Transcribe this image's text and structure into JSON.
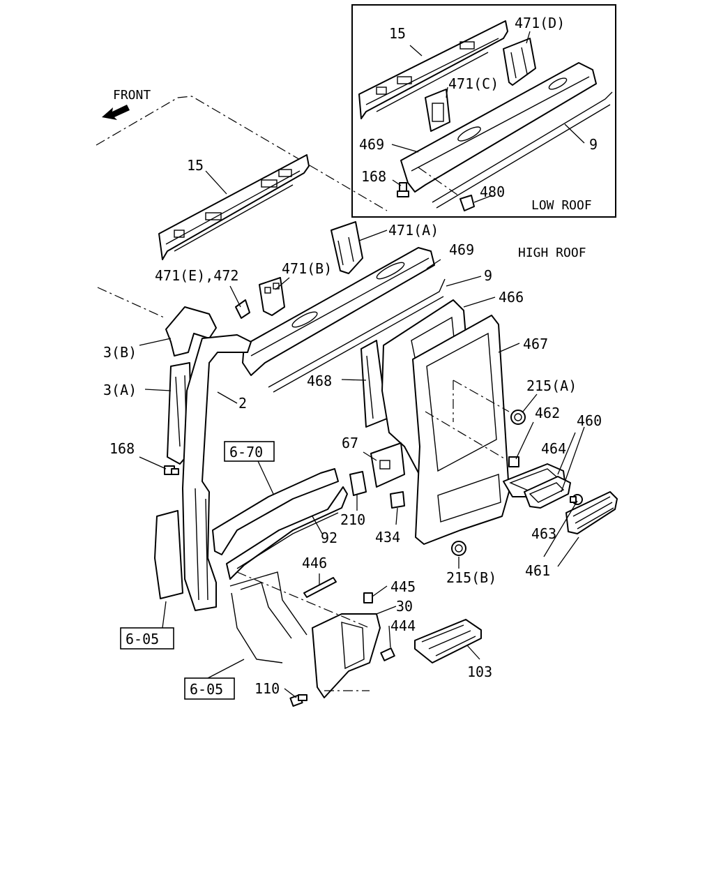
{
  "front_label": "FRONT",
  "inset": {
    "caption": "LOW ROOF"
  },
  "high_roof_label": "HIGH ROOF",
  "parts": {
    "p15_inset": "15",
    "p471d": "471(D)",
    "p471c": "471(C)",
    "p469_inset": "469",
    "p9_inset": "9",
    "p168_inset": "168",
    "p480": "480",
    "p15": "15",
    "p471a": "471(A)",
    "p469": "469",
    "p471e_472": "471(E),472",
    "p471b": "471(B)",
    "p9": "9",
    "p466": "466",
    "p467": "467",
    "p3b": "3(B)",
    "p3a": "3(A)",
    "p2": "2",
    "p468": "468",
    "p215a": "215(A)",
    "p462": "462",
    "p460": "460",
    "p464": "464",
    "p168": "168",
    "p67": "67",
    "p210": "210",
    "p434": "434",
    "p92": "92",
    "p463": "463",
    "p461": "461",
    "p215b": "215(B)",
    "p446": "446",
    "p445": "445",
    "p30": "30",
    "p444": "444",
    "p103": "103",
    "p110": "110"
  },
  "refs": {
    "ref_6_70": "6-70",
    "ref_6_05_a": "6-05",
    "ref_6_05_b": "6-05"
  }
}
